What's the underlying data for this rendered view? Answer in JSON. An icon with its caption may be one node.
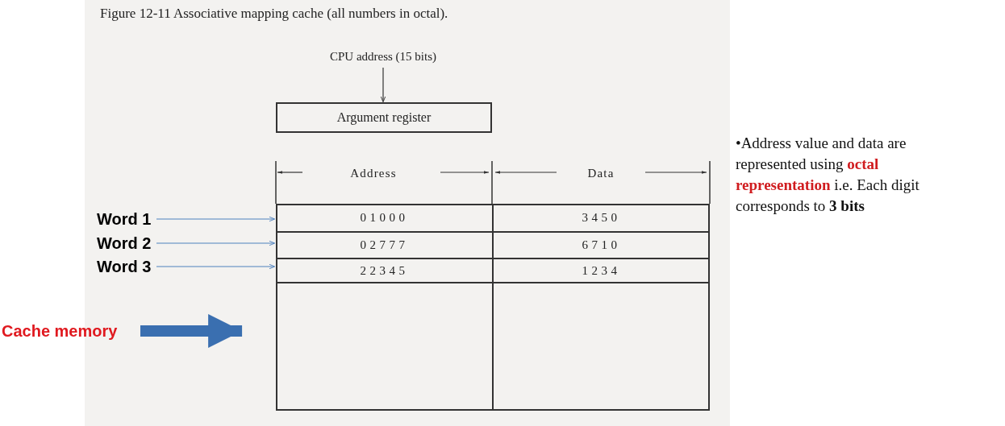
{
  "diagram": {
    "title": "Figure 12-11 Associative mapping cache (all numbers in octal).",
    "nodes": [
      {
        "text": [
          "CPU address (15 bits)"
        ]
      },
      {
        "text": [
          "Argument register"
        ]
      },
      {
        "text": [],
        "shape": "box"
      },
      {
        "text": [
          "01000",
          "3450"
        ],
        "in": 2
      },
      {
        "text": [
          "02777",
          "6710"
        ],
        "in": 2
      },
      {
        "text": [
          "22345",
          "1234"
        ],
        "in": 2
      },
      {
        "text": [
          "Word 1"
        ]
      },
      {
        "text": [
          "Word 2"
        ]
      },
      {
        "text": [
          "Word 3"
        ]
      },
      {
        "text": [
          "Cache memory"
        ]
      }
    ],
    "edges": [
      {
        "from": 0,
        "to": 1,
        "arrow": "to",
        "color": "#333333"
      },
      {
        "from": 6,
        "to": 3,
        "arrow": "to",
        "color": "#4f81bd"
      },
      {
        "from": 7,
        "to": 4,
        "arrow": "to",
        "color": "#4f81bd"
      },
      {
        "from": 8,
        "to": 5,
        "arrow": "to",
        "color": "#4f81bd"
      },
      {
        "from": 9,
        "to": 2,
        "arrow": "to",
        "style": "thick",
        "color": "#3a6fb0"
      }
    ],
    "labels": [
      "Address",
      "Data",
      "•Address value and data are represented using **octal representation** i.e. Each digit corresponds to **3 bits**"
    ]
  }
}
